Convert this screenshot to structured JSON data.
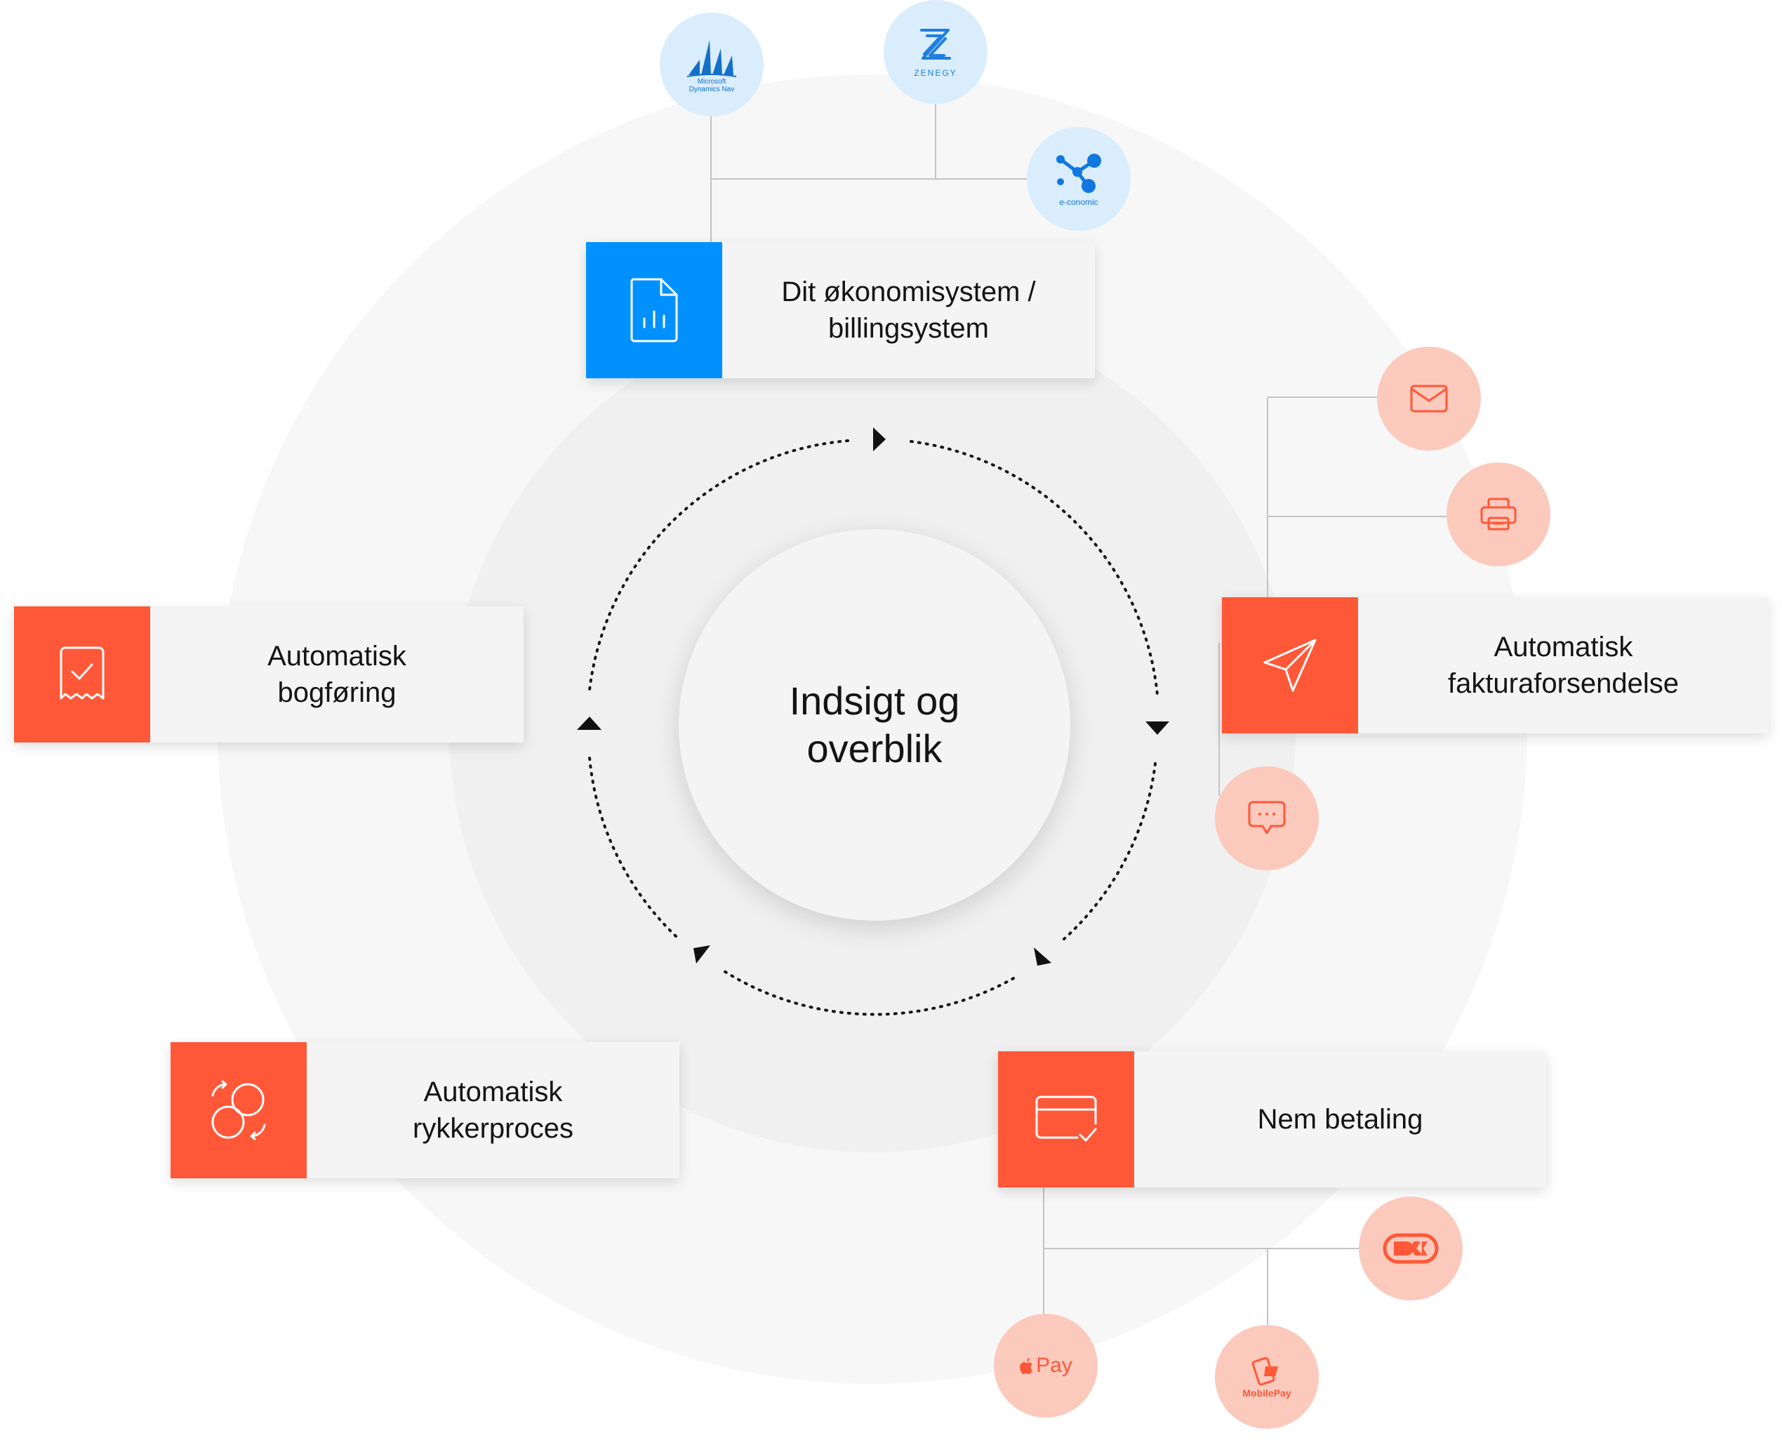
{
  "center": {
    "line1": "Indsigt og",
    "line2": "overblik"
  },
  "cards": {
    "economy": {
      "line1": "Dit  økonomisystem /",
      "line2": "billingsystem"
    },
    "invoicing": {
      "line1": "Automatisk",
      "line2": "fakturaforsendelse"
    },
    "bookkeeping": {
      "line1": "Automatisk",
      "line2": "bogføring"
    },
    "reminders": {
      "line1": "Automatisk",
      "line2": "rykkerproces"
    },
    "payment": {
      "line1": "Nem betaling"
    }
  },
  "integrations": {
    "dynamics": {
      "line1": "Microsoft",
      "line2": "Dynamics Nav"
    },
    "zenegy": {
      "label": "ZENEGY"
    },
    "economic": {
      "label": "e-conomic"
    }
  },
  "payments": {
    "applepay": {
      "label": "Pay"
    },
    "mobilepay": {
      "label": "MobilePay"
    }
  },
  "colors": {
    "accent_orange": "#ff5838",
    "accent_blue": "#0091ff",
    "bubble_blue": "#d9edfd",
    "bubble_pink": "#fcc9bd",
    "card_bg": "#f4f4f4"
  }
}
